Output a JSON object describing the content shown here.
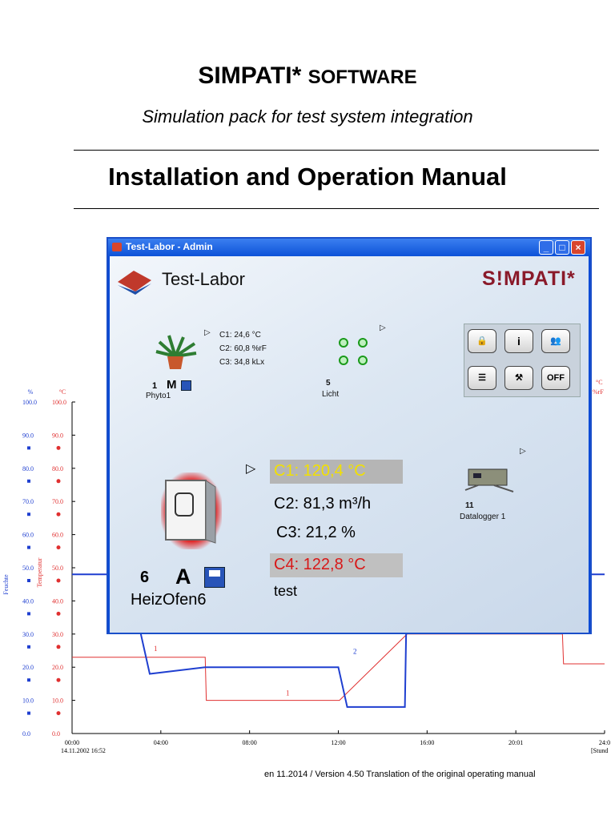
{
  "header": {
    "title_main": "SIMPATI*",
    "title_small": "SOFTWARE",
    "subtitle": "Simulation pack for test system integration",
    "manual_title": "Installation and Operation Manual"
  },
  "footer": {
    "version": "en  11.2014 / Version 4.50 Translation of the original operating manual"
  },
  "window": {
    "title": "Test-Labor  -  Admin",
    "app_title": "Test-Labor",
    "logo": "S!MPATI*",
    "devices": [
      {
        "num": "1",
        "mode": "M",
        "name": "Phyto1",
        "lines": [
          "C1: 24,6 °C",
          "C2: 60,8 %rF",
          "C3: 34,8 kLx"
        ]
      },
      {
        "num": "5",
        "name": "Licht"
      },
      {
        "num": "11",
        "name": "Datalogger 1"
      },
      {
        "num": "6",
        "mode": "A",
        "name": "HeizOfen6"
      }
    ],
    "oven_values": {
      "c1": "C1: 120,4 °C",
      "c2": "C2: 81,3 m³/h",
      "c3": "C3: 21,2 %",
      "c4": "C4: 122,8 °C",
      "note": "test"
    },
    "controls": [
      "lock-icon",
      "info-icon",
      "users-icon",
      "list-icon",
      "wrench-icon",
      "OFF"
    ],
    "info_label": "i",
    "off_label": "OFF"
  },
  "chart_data": {
    "type": "line",
    "left_axis_unit": "%",
    "right_axis_unit": "°C",
    "left_ticks": [
      "100.0",
      "90.0",
      "80.0",
      "70.0",
      "60.0",
      "50.0",
      "40.0",
      "30.0",
      "20.0",
      "10.0",
      "0.0"
    ],
    "right_ticks": [
      "100.0",
      "90.0",
      "80.0",
      "70.0",
      "60.0",
      "50.0",
      "40.0",
      "30.0",
      "20.0",
      "10.0",
      "0.0"
    ],
    "ylabel_left": "Feuchte",
    "ylabel_right": "Temperatur",
    "x_ticks": [
      "00:00",
      "04:00",
      "08:00",
      "12:00",
      "16:00",
      "20:01",
      "24:0"
    ],
    "x_start": "14.11.2002 16:52",
    "x_unit": "[Stund",
    "right_edge_unit": "°C",
    "right_edge_unit2": "%rF",
    "ylim": [
      0,
      100
    ],
    "series": [
      {
        "name": "1",
        "color": "#e03030",
        "x": [
          0,
          3.0,
          3.05,
          6.0,
          6.05,
          12.0,
          12.05,
          15.1,
          15.15,
          22.1,
          22.15,
          24
        ],
        "values": [
          23,
          23,
          23,
          23,
          10,
          10,
          10,
          30,
          30,
          30,
          21,
          21
        ]
      },
      {
        "name": "2",
        "color": "#1f3fd0",
        "x": [
          0,
          2.9,
          3.1,
          3.5,
          6.0,
          12.0,
          12.4,
          15.0,
          15.1,
          24
        ],
        "values": [
          48,
          48,
          30,
          18,
          20,
          20,
          8,
          8,
          48,
          48
        ]
      }
    ],
    "series_labels": [
      "1",
      "1",
      "2"
    ]
  }
}
